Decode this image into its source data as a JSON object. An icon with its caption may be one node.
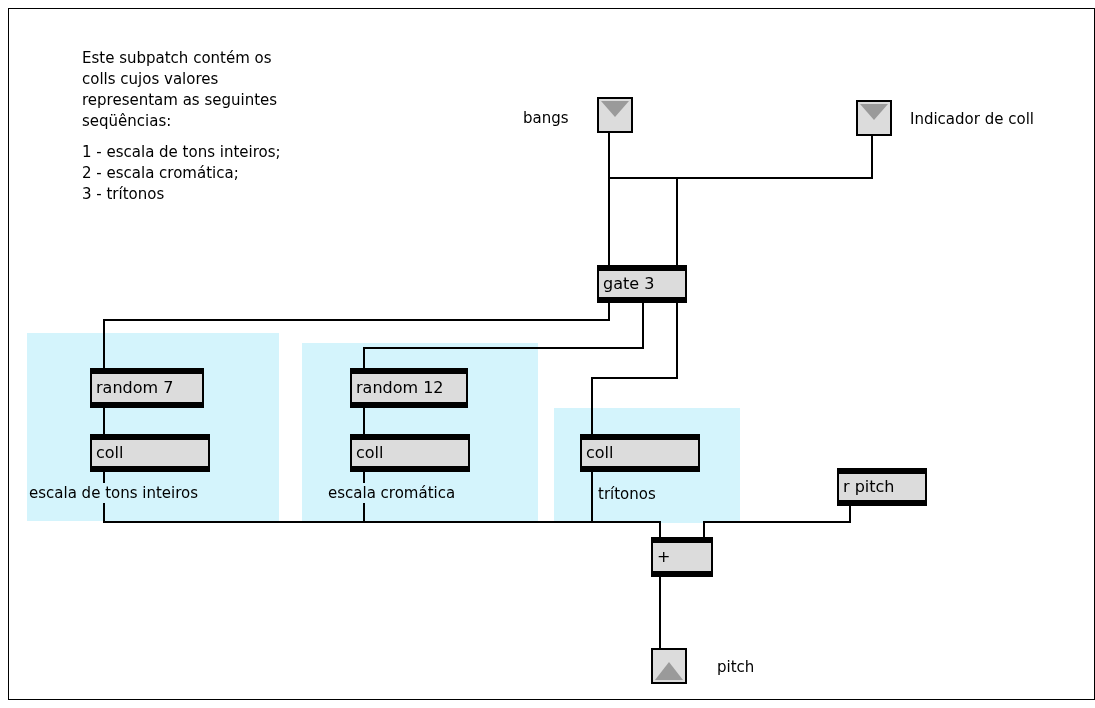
{
  "diagram": {
    "nodes": [
      {
        "text": [],
        "shape": "box",
        "beside": [
          "bangs"
        ]
      },
      {
        "text": [],
        "shape": "box",
        "beside": [
          "Indicador de coll"
        ]
      },
      {
        "text": [
          "gate 3"
        ]
      },
      {
        "text": [
          "escala de tons inteiros"
        ]
      },
      {
        "text": [
          "random 7"
        ],
        "in": 3
      },
      {
        "text": [
          "coll"
        ],
        "in": 3
      },
      {
        "text": [
          "escala cromática"
        ]
      },
      {
        "text": [
          "random 12"
        ],
        "in": 6
      },
      {
        "text": [
          "coll"
        ],
        "in": 6
      },
      {
        "text": [
          "trítonos"
        ]
      },
      {
        "text": [
          "coll"
        ],
        "in": 9
      },
      {
        "text": [
          "r pitch"
        ]
      },
      {
        "text": [
          "+"
        ]
      },
      {
        "text": [],
        "shape": "box",
        "beside": [
          "pitch"
        ]
      }
    ],
    "edges": [
      {
        "from": 0,
        "to": 2,
        "arrow": "none"
      },
      {
        "from": 1,
        "to": 2,
        "arrow": "none"
      },
      {
        "from": 2,
        "to": 4,
        "arrow": "none"
      },
      {
        "from": 2,
        "to": 7,
        "arrow": "none"
      },
      {
        "from": 2,
        "to": 10,
        "arrow": "none"
      },
      {
        "from": 4,
        "to": 5,
        "arrow": "none"
      },
      {
        "from": 7,
        "to": 8,
        "arrow": "none"
      },
      {
        "from": 5,
        "to": 12,
        "arrow": "none"
      },
      {
        "from": 8,
        "to": 12,
        "arrow": "none"
      },
      {
        "from": 10,
        "to": 12,
        "arrow": "none"
      },
      {
        "from": 11,
        "to": 12,
        "arrow": "none"
      },
      {
        "from": 12,
        "to": 13,
        "arrow": "none"
      }
    ],
    "labels": [
      "Este subpatch contém os colls cujos valores representam as seguintes seqüências:",
      "1 - escala de tons inteiros;",
      "2 - escala cromática;",
      "3 - trítonos"
    ]
  }
}
